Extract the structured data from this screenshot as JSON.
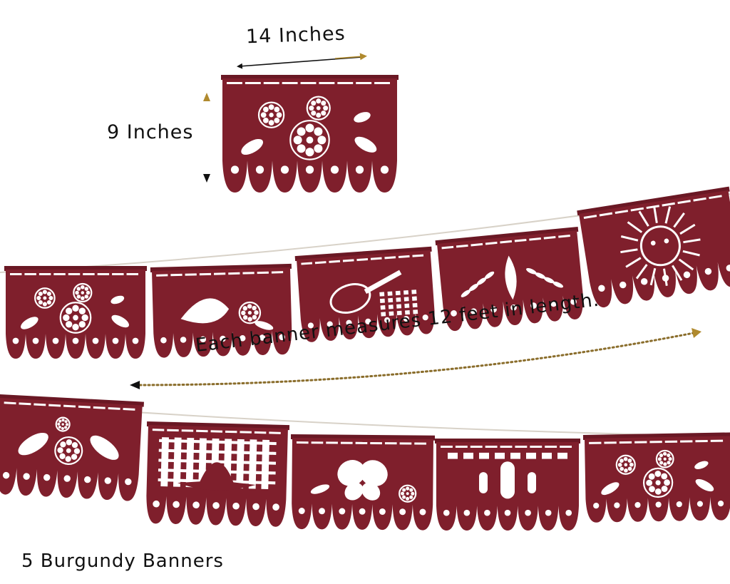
{
  "labels": {
    "width": "14 Inches",
    "height": "9 Inches",
    "length_note": "Each banner measures 12 feet in length.",
    "count": "5 Burgundy Banners"
  },
  "colors": {
    "banner": "#7f1f2c",
    "banner_dark": "#6a1824",
    "arrow_gold": "#b08a2e",
    "text": "#111111",
    "background": "#ffffff"
  },
  "banners": {
    "sample": {
      "motif": "flowers"
    },
    "row1": [
      {
        "motif": "flowers"
      },
      {
        "motif": "bird"
      },
      {
        "motif": "guitar"
      },
      {
        "motif": "dove"
      },
      {
        "motif": "sun"
      }
    ],
    "row2": [
      {
        "motif": "birds"
      },
      {
        "motif": "sombrero"
      },
      {
        "motif": "butterfly"
      },
      {
        "motif": "cactus"
      },
      {
        "motif": "flowers"
      }
    ]
  }
}
